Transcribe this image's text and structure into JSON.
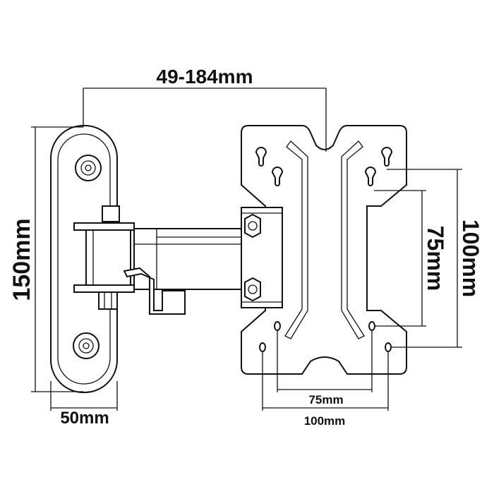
{
  "dimensions": {
    "arm_extension": "49-184mm",
    "wall_plate_height": "150mm",
    "wall_plate_width": "50mm",
    "vesa_vertical_large": "100mm",
    "vesa_vertical_small": "75mm",
    "vesa_horizontal_small": "75mm",
    "vesa_horizontal_large": "100mm"
  },
  "colors": {
    "line": "#111111",
    "background": "#ffffff"
  }
}
